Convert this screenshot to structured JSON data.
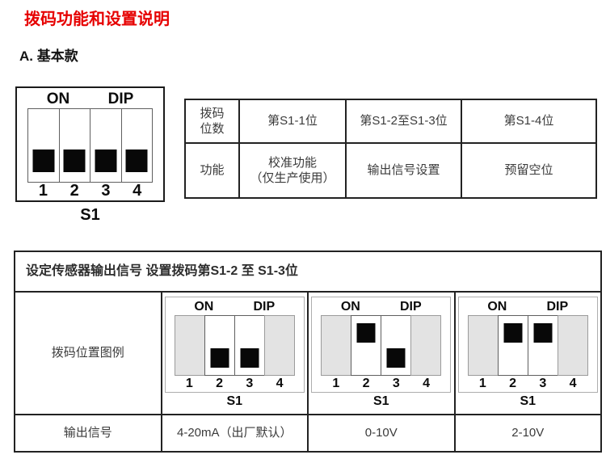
{
  "page": {
    "title": "拨码功能和设置说明"
  },
  "section_a": {
    "heading": "A. 基本款"
  },
  "dip": {
    "on": "ON",
    "dip": "DIP",
    "name": "S1",
    "positions": [
      "1",
      "2",
      "3",
      "4"
    ]
  },
  "diagram_a": {
    "states": [
      "off",
      "off",
      "off",
      "off"
    ]
  },
  "table1": {
    "r1h_l1": "拨码",
    "r1h_l2": "位数",
    "r1c1": "第S1-1位",
    "r1c2": "第S1-2至S1-3位",
    "r1c3": "第S1-4位",
    "r2h": "功能",
    "r2c1_l1": "校准功能",
    "r2c1_l2": "（仅生产使用）",
    "r2c2": "输出信号设置",
    "r2c3": "预留空位"
  },
  "table2": {
    "title": "设定传感器输出信号 设置拨码第S1-2 至 S1-3位",
    "legend_label": "拨码位置图例",
    "output_label": "输出信号",
    "options": [
      {
        "signal": "4-20mA（出厂默认）",
        "states": [
          "disabled",
          "off",
          "off",
          "disabled"
        ]
      },
      {
        "signal": "0-10V",
        "states": [
          "disabled",
          "on",
          "off",
          "disabled"
        ]
      },
      {
        "signal": "2-10V",
        "states": [
          "disabled",
          "on",
          "on",
          "disabled"
        ]
      }
    ]
  },
  "colors": {
    "title_red": "#e60000",
    "slider_black": "#080808",
    "disabled_gray": "#e3e3e3"
  }
}
